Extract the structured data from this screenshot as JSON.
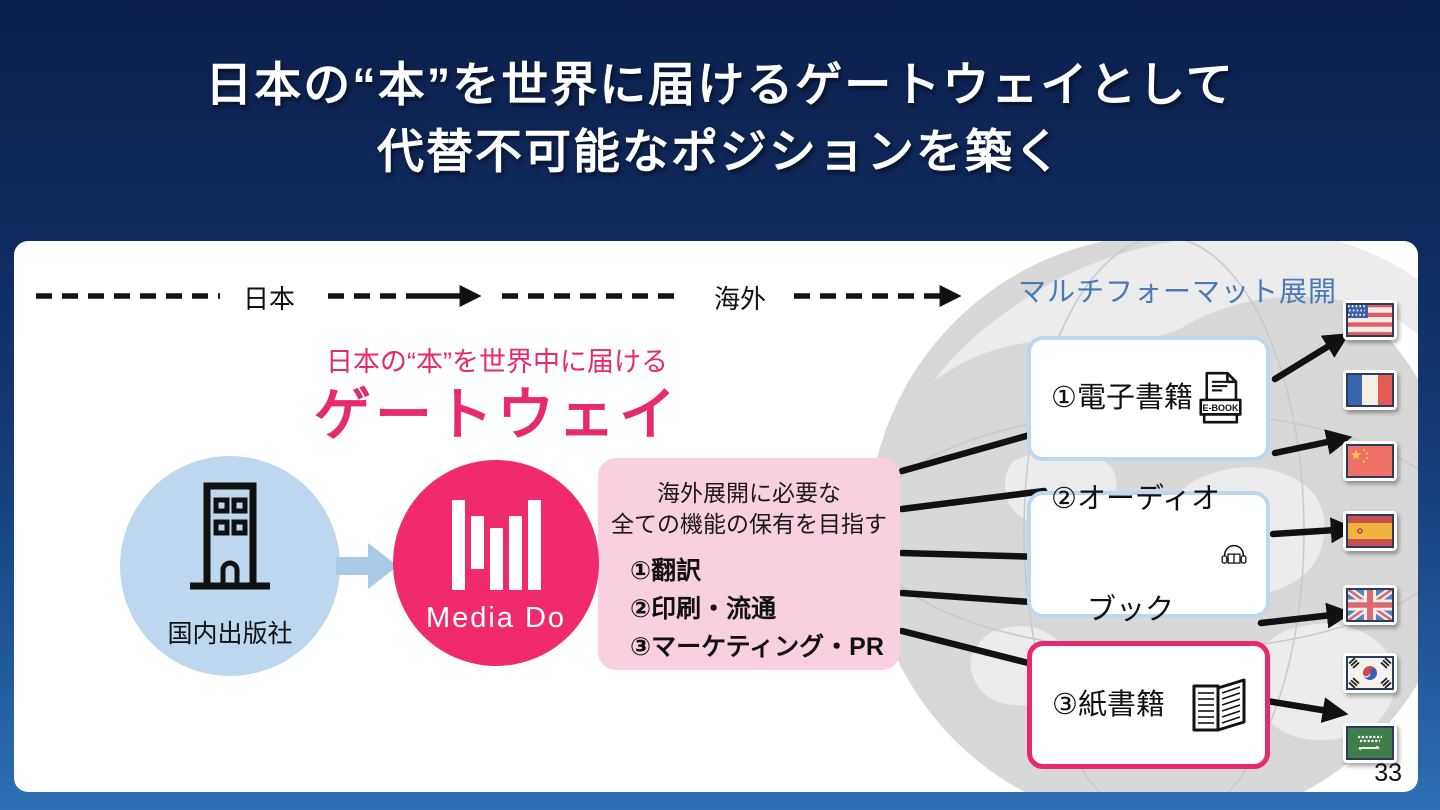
{
  "slide": {
    "title_line1": "日本の“本”を世界に届けるゲートウェイとして",
    "title_line2": "代替不可能なポジションを築く",
    "page_number": "33"
  },
  "flow_axis": {
    "japan": "日本",
    "overseas": "海外",
    "multiformat": "マルチフォーマット展開"
  },
  "gateway": {
    "subtitle": "日本の“本”を世界中に届ける",
    "title": "ゲートウェイ"
  },
  "publisher": {
    "label": "国内出版社"
  },
  "mediado": {
    "brand": "Media Do"
  },
  "functions_box": {
    "heading_line1": "海外展開に必要な",
    "heading_line2": "全ての機能の保有を目指す",
    "items": [
      "①翻訳",
      "②印刷・流通",
      "③マーケティング・PR"
    ]
  },
  "formats": [
    {
      "lines": [
        "①電子書籍"
      ],
      "icon": "ebook-icon",
      "ebook_label": "E-BOOK"
    },
    {
      "lines": [
        "②オーディオ",
        "ブック"
      ],
      "icon": "audiobook-icon"
    },
    {
      "lines": [
        "③紙書籍"
      ],
      "icon": "paper-book-icon"
    }
  ],
  "flags": [
    {
      "name": "usa"
    },
    {
      "name": "france"
    },
    {
      "name": "china"
    },
    {
      "name": "spain"
    },
    {
      "name": "united-kingdom"
    },
    {
      "name": "south-korea"
    },
    {
      "name": "saudi-arabia"
    }
  ],
  "colors": {
    "brand_pink": "#EF2A6D",
    "light_pink": "#F8D0DF",
    "light_blue": "#BDD7EE",
    "steel_blue": "#4A7AB5"
  }
}
